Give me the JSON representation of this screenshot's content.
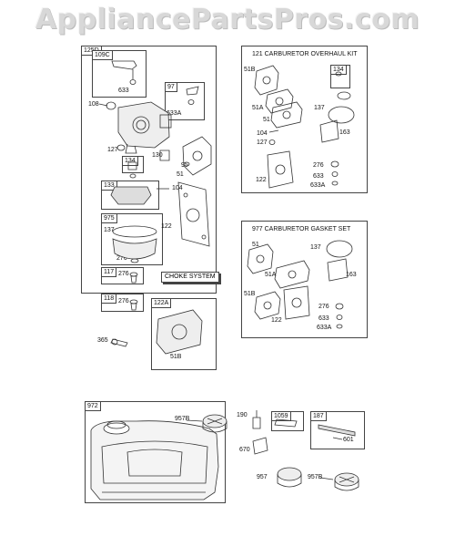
{
  "watermark": "AppliancePartsPros.com",
  "groups": {
    "g125d": "125D",
    "g109c": "109C",
    "g97": "97",
    "g134": "134",
    "g133": "133",
    "g975": "975",
    "g117": "117",
    "g118": "118",
    "g122a": "122A",
    "g134b": "134",
    "g972": "972",
    "g1059": "1059",
    "g187": "187"
  },
  "kits": {
    "overhaul": "121 CARBURETOR OVERHAUL KIT",
    "gasket": "977 CARBURETOR GASKET SET"
  },
  "choke_label": "CHOKE SYSTEM",
  "parts": {
    "p633a": "633",
    "p108": "108",
    "p633b": "633A",
    "p127": "127",
    "p130": "130",
    "p95": "95",
    "p51": "51",
    "p104": "104",
    "p137": "137",
    "p122": "122",
    "p276a": "276",
    "p276b": "276",
    "p276c": "276",
    "p365": "365",
    "p51b": "51B",
    "k1_51b": "51B",
    "k1_51a": "51A",
    "k1_51": "51",
    "k1_137": "137",
    "k1_104": "104",
    "k1_127": "127",
    "k1_163": "163",
    "k1_122": "122",
    "k1_276": "276",
    "k1_633": "633",
    "k1_633a": "633A",
    "k2_51": "51",
    "k2_137": "137",
    "k2_51a": "51A",
    "k2_163": "163",
    "k2_51b": "51B",
    "k2_276": "276",
    "k2_122": "122",
    "k2_633": "633",
    "k2_633a": "633A",
    "b_957b": "957B",
    "b_190": "190",
    "b_670": "670",
    "b_601": "601",
    "b_957": "957",
    "b_957b2": "957B"
  }
}
